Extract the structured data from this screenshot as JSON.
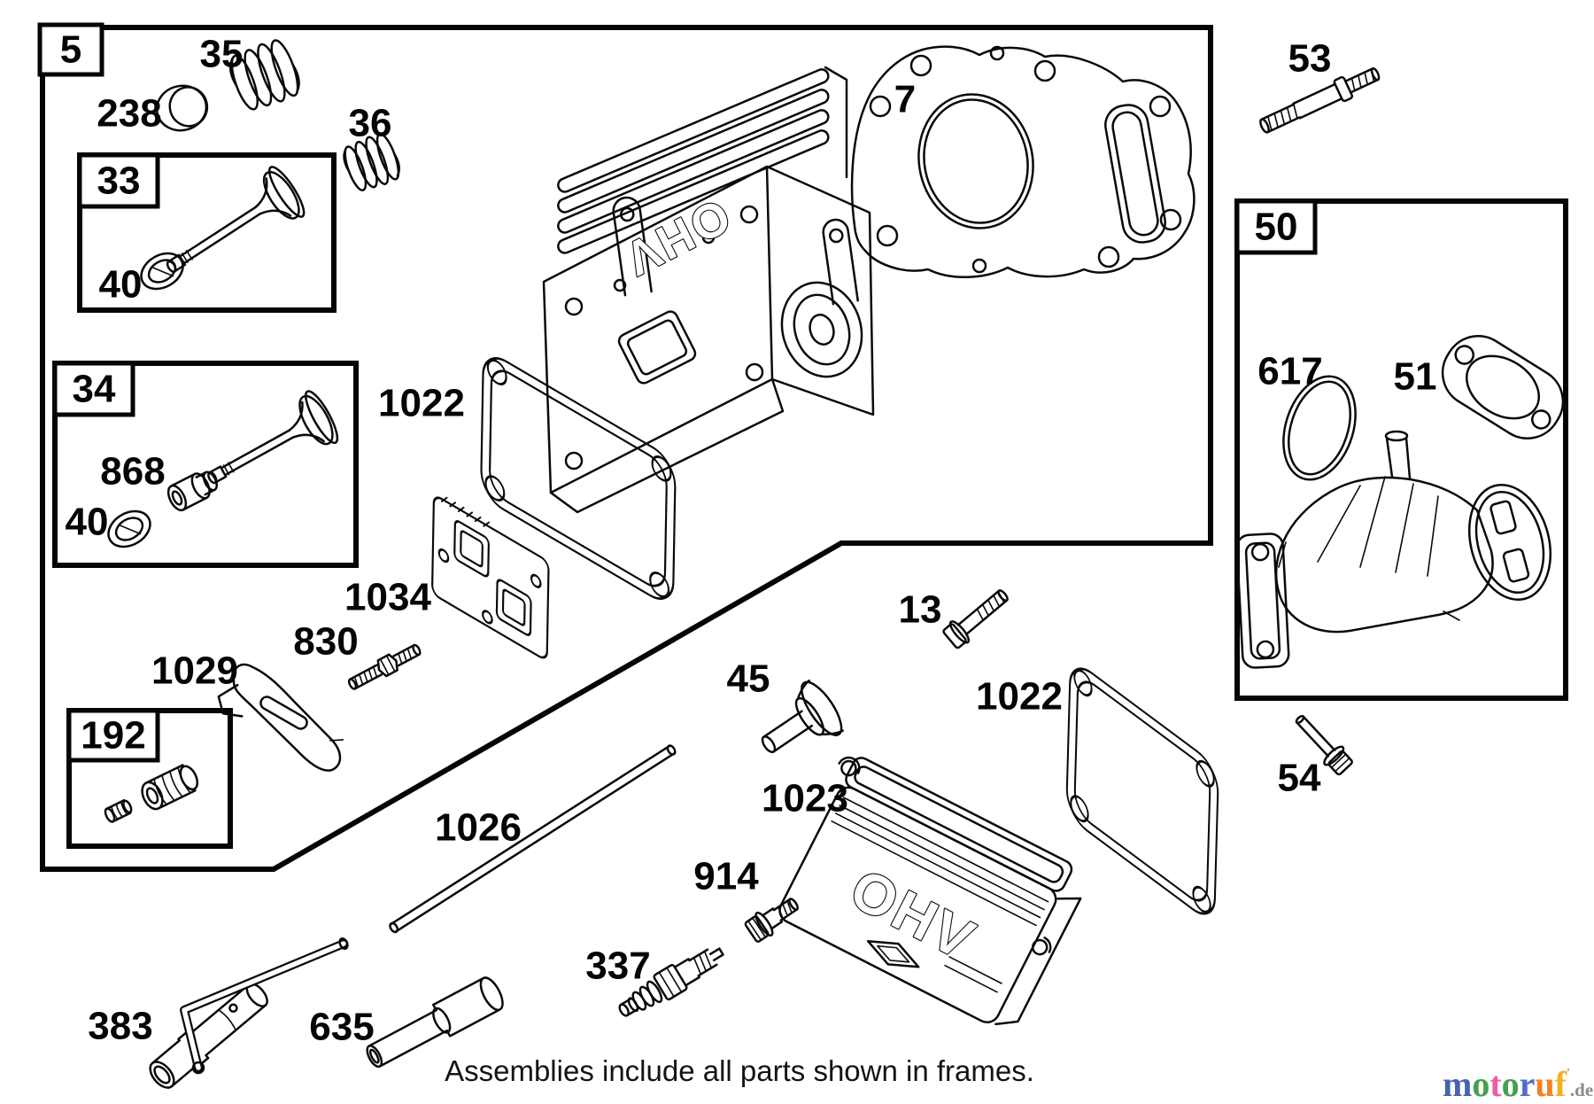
{
  "drawing": {
    "background": "#ffffff",
    "line_color": "#0a0a0a"
  },
  "frames": [
    {
      "label": "5"
    },
    {
      "label": "33"
    },
    {
      "label": "34"
    },
    {
      "label": "192"
    },
    {
      "label": "50"
    }
  ],
  "part_labels": [
    {
      "text": "35"
    },
    {
      "text": "238"
    },
    {
      "text": "36"
    },
    {
      "text": "40"
    },
    {
      "text": "868"
    },
    {
      "text": "40"
    },
    {
      "text": "1022"
    },
    {
      "text": "1034"
    },
    {
      "text": "830"
    },
    {
      "text": "1029"
    },
    {
      "text": "7"
    },
    {
      "text": "53"
    },
    {
      "text": "617"
    },
    {
      "text": "51"
    },
    {
      "text": "13"
    },
    {
      "text": "45"
    },
    {
      "text": "1022"
    },
    {
      "text": "54"
    },
    {
      "text": "1023"
    },
    {
      "text": "1026"
    },
    {
      "text": "914"
    },
    {
      "text": "337"
    },
    {
      "text": "635"
    },
    {
      "text": "383"
    }
  ],
  "engraved_markings": {
    "cylinder_head": "OHV",
    "valve_cover": "OHV"
  },
  "caption": "Assemblies include all parts shown in frames.",
  "watermark": {
    "letters": [
      {
        "ch": "m",
        "color": "#4663ad"
      },
      {
        "ch": "o",
        "color": "#44a04e"
      },
      {
        "ch": "t",
        "color": "#ef5ba1"
      },
      {
        "ch": "o",
        "color": "#44a04e"
      },
      {
        "ch": "r",
        "color": "#4f6fc0"
      },
      {
        "ch": "u",
        "color": "#f58220"
      },
      {
        "ch": "f",
        "color": "#f2b01e"
      }
    ],
    "mark": "'",
    "suffix": ".de",
    "suffix_color": "#8a8a8a"
  }
}
